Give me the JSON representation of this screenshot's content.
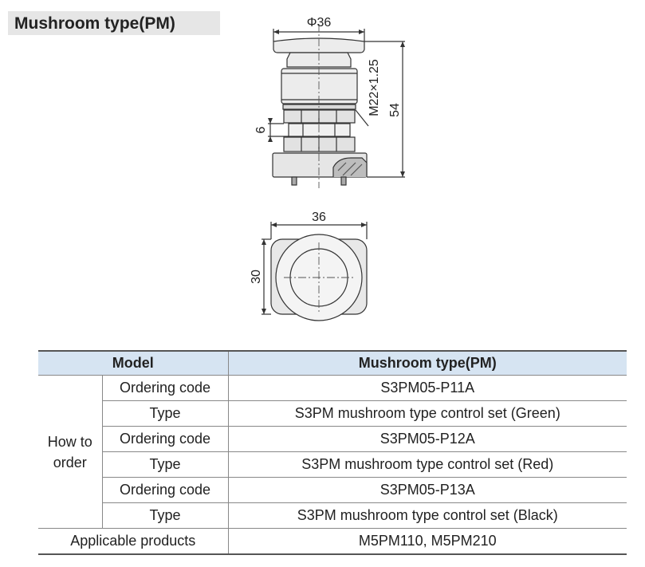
{
  "section_title": "Mushroom type(PM)",
  "drawing": {
    "front": {
      "head_diameter": "Φ36",
      "thread": "M22×1.25",
      "height": "54",
      "clamp_gap": "6"
    },
    "top": {
      "width": "36",
      "height": "30"
    }
  },
  "table": {
    "header_model": "Model",
    "header_value": "Mushroom type(PM)",
    "how_to_order": [
      "How to",
      "order"
    ],
    "rows": [
      {
        "label": "Ordering code",
        "value": "S3PM05-P11A"
      },
      {
        "label": "Type",
        "value": "S3PM  mushroom type control set (Green)"
      },
      {
        "label": "Ordering code",
        "value": "S3PM05-P12A"
      },
      {
        "label": "Type",
        "value": "S3PM  mushroom  type control set (Red)"
      },
      {
        "label": "Ordering code",
        "value": "S3PM05-P13A"
      },
      {
        "label": "Type",
        "value": "S3PM  mushroom  type control set (Black)"
      }
    ],
    "applicable_label": "Applicable  products",
    "applicable_value": "M5PM110, M5PM210"
  }
}
